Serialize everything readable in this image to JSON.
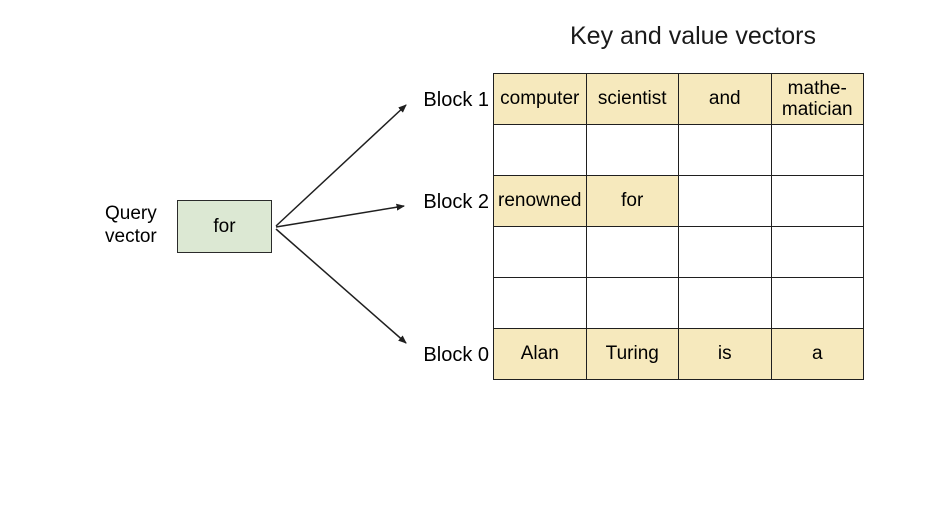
{
  "title": "Key and value vectors",
  "query": {
    "label_line1": "Query",
    "label_line2": "vector",
    "box_text": "for"
  },
  "blocks": [
    {
      "label": "Block 1"
    },
    {
      "label": "Block 2"
    },
    {
      "label": "Block 0"
    }
  ],
  "table": {
    "rows": [
      {
        "cells": [
          {
            "text": "computer",
            "highlight": true
          },
          {
            "text": "scientist",
            "highlight": true
          },
          {
            "text": "and",
            "highlight": true
          },
          {
            "text": "mathe-\nmatician",
            "highlight": true
          }
        ]
      },
      {
        "cells": [
          {
            "text": "",
            "highlight": false
          },
          {
            "text": "",
            "highlight": false
          },
          {
            "text": "",
            "highlight": false
          },
          {
            "text": "",
            "highlight": false
          }
        ]
      },
      {
        "cells": [
          {
            "text": "renowned",
            "highlight": true
          },
          {
            "text": "for",
            "highlight": true
          },
          {
            "text": "",
            "highlight": false
          },
          {
            "text": "",
            "highlight": false
          }
        ]
      },
      {
        "cells": [
          {
            "text": "",
            "highlight": false
          },
          {
            "text": "",
            "highlight": false
          },
          {
            "text": "",
            "highlight": false
          },
          {
            "text": "",
            "highlight": false
          }
        ]
      },
      {
        "cells": [
          {
            "text": "",
            "highlight": false
          },
          {
            "text": "",
            "highlight": false
          },
          {
            "text": "",
            "highlight": false
          },
          {
            "text": "",
            "highlight": false
          }
        ]
      },
      {
        "cells": [
          {
            "text": "Alan",
            "highlight": true
          },
          {
            "text": "Turing",
            "highlight": true
          },
          {
            "text": "is",
            "highlight": true
          },
          {
            "text": "a",
            "highlight": true
          }
        ]
      }
    ]
  },
  "colors": {
    "cell_highlight": "#f6e9bd",
    "query_box_fill": "#dce8d3",
    "line": "#1f1f1f",
    "text": "#000000",
    "background": "#ffffff"
  }
}
